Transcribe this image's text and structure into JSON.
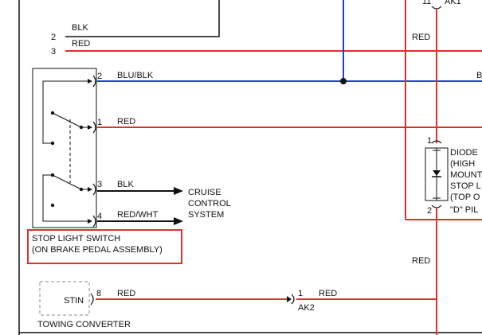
{
  "wires": {
    "blk_top": "BLK",
    "red_top": "RED",
    "blu_blk": "BLU/BLK",
    "blu_right": "B",
    "red_mid": "RED",
    "blk_cruise": "BLK",
    "red_wht": "RED/WHT",
    "red_bottom": "RED",
    "red_ak2": "RED",
    "red_right_upper": "RED",
    "red_right_lower": "RED"
  },
  "pins": {
    "p2_top": "2",
    "p3_top": "3",
    "s2": "2",
    "s1": "1",
    "s3": "3",
    "s4": "4",
    "stin8": "8",
    "ak2_1": "1",
    "ak1_11": "11",
    "diode_1": "1",
    "diode_2": "2"
  },
  "connectors": {
    "ak1": "AK1",
    "ak2": "AK2",
    "stin": "STIN"
  },
  "labels": {
    "cruise": [
      "CRUISE",
      "CONTROL",
      "SYSTEM"
    ],
    "switch": [
      "STOP LIGHT SWITCH",
      "(ON BRAKE PEDAL ASSEMBLY)"
    ],
    "towing": "TOWING CONVERTER",
    "diode": [
      "DIODE",
      "(HIGH",
      "MOUNT",
      "STOP L",
      "(TOP O",
      "\"D\" PIL"
    ]
  },
  "colors": {
    "red": "#e0302a",
    "blue": "#1f3fd6",
    "black": "#111111",
    "highlight": "#e0302a"
  }
}
